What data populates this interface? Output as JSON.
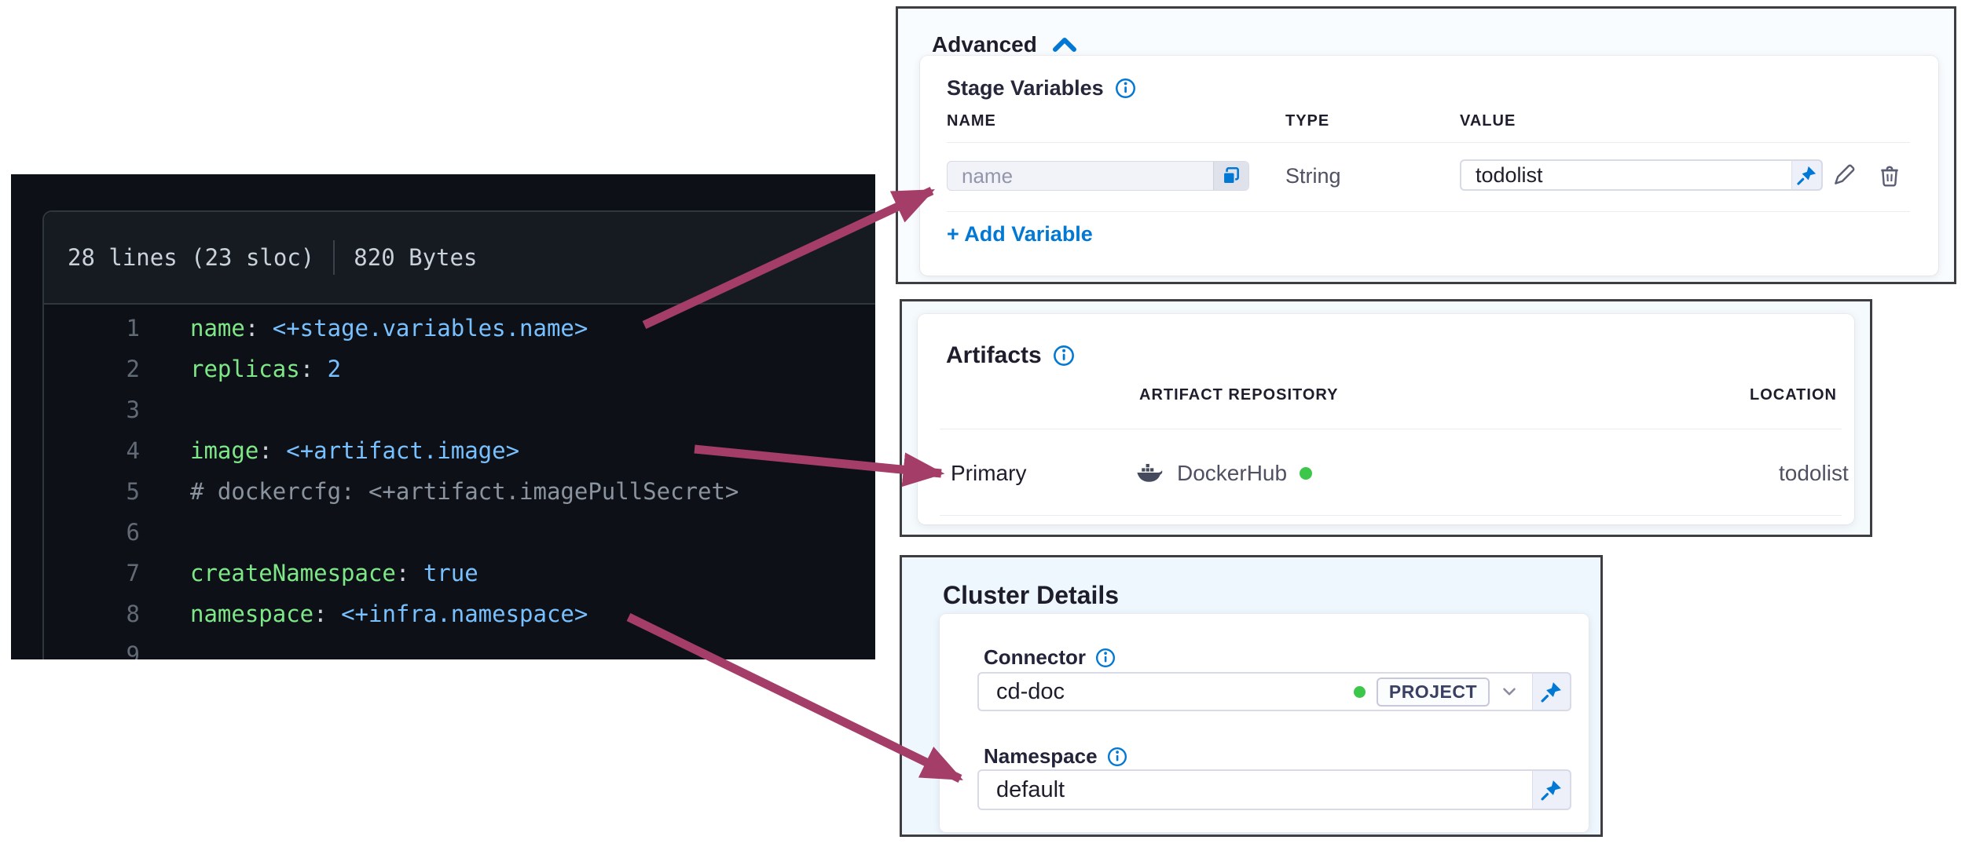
{
  "code_viewer": {
    "meta": {
      "lines_info": "28 lines (23 sloc)",
      "size_info": "820 Bytes"
    },
    "lines": [
      {
        "num": "1",
        "tokens": [
          {
            "t": "name",
            "c": "key"
          },
          {
            "t": ": ",
            "c": "plain"
          },
          {
            "t": "<+stage.variables.name>",
            "c": "val"
          }
        ]
      },
      {
        "num": "2",
        "tokens": [
          {
            "t": "replicas",
            "c": "key"
          },
          {
            "t": ": ",
            "c": "plain"
          },
          {
            "t": "2",
            "c": "val"
          }
        ]
      },
      {
        "num": "3",
        "tokens": []
      },
      {
        "num": "4",
        "tokens": [
          {
            "t": "image",
            "c": "key"
          },
          {
            "t": ": ",
            "c": "plain"
          },
          {
            "t": "<+artifact.image>",
            "c": "val"
          }
        ]
      },
      {
        "num": "5",
        "tokens": [
          {
            "t": "# dockercfg: <+artifact.imagePullSecret>",
            "c": "comment"
          }
        ]
      },
      {
        "num": "6",
        "tokens": []
      },
      {
        "num": "7",
        "tokens": [
          {
            "t": "createNamespace",
            "c": "key"
          },
          {
            "t": ": ",
            "c": "plain"
          },
          {
            "t": "true",
            "c": "val"
          }
        ]
      },
      {
        "num": "8",
        "tokens": [
          {
            "t": "namespace",
            "c": "key"
          },
          {
            "t": ": ",
            "c": "plain"
          },
          {
            "t": "<+infra.namespace>",
            "c": "val"
          }
        ]
      },
      {
        "num": "9",
        "tokens": []
      }
    ]
  },
  "advanced": {
    "title": "Advanced",
    "section_title": "Stage Variables",
    "columns": [
      "NAME",
      "TYPE",
      "VALUE"
    ],
    "variable_row": {
      "name_placeholder": "name",
      "type": "String",
      "value": "todolist"
    },
    "add_variable_label": "+ Add Variable"
  },
  "artifacts": {
    "title": "Artifacts",
    "columns": [
      "ARTIFACT REPOSITORY",
      "LOCATION"
    ],
    "row": {
      "name": "Primary",
      "repository": "DockerHub",
      "location": "todolist"
    }
  },
  "cluster_details": {
    "title": "Cluster Details",
    "connector_label": "Connector",
    "connector_value": "cd-doc",
    "connector_scope": "PROJECT",
    "namespace_label": "Namespace",
    "namespace_value": "default"
  },
  "colors": {
    "accent_blue": "#0278d5",
    "arrow": "#a43e69",
    "status_green": "#3cc64a",
    "code_key_green": "#7ee787",
    "code_value_blue": "#79c0ff",
    "code_comment_gray": "#8b949e",
    "code_bg": "#0d1117"
  }
}
